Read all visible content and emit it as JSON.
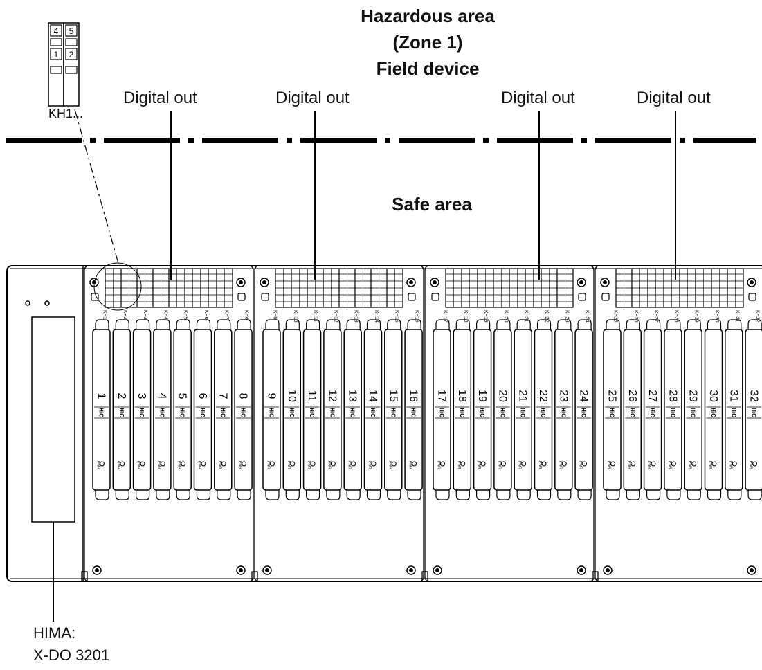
{
  "title": {
    "line1": "Hazardous area",
    "line2": "(Zone 1)",
    "line3": "Field device"
  },
  "safe_area_label": "Safe area",
  "outputs": [
    "Digital out",
    "Digital out",
    "Digital out",
    "Digital out"
  ],
  "connector": {
    "label": "KH1...",
    "pins": [
      "4",
      "5",
      "1",
      "2"
    ]
  },
  "device": {
    "brand": "HIMA:",
    "model": "X-DO 3201"
  },
  "modules": [
    "1",
    "2",
    "3",
    "4",
    "5",
    "6",
    "7",
    "8",
    "9",
    "10",
    "11",
    "12",
    "13",
    "14",
    "15",
    "16",
    "17",
    "18",
    "19",
    "20",
    "21",
    "22",
    "23",
    "24",
    "25",
    "26",
    "27",
    "28",
    "29",
    "30",
    "31",
    "32"
  ],
  "module_logo": "HiC",
  "module_led": "PWR",
  "terminal_labels": [
    "KH1",
    "KH2",
    "KH3",
    "KH4",
    "KH5",
    "KH6",
    "KH7",
    "KH8",
    "KH9",
    "KH10",
    "KH11",
    "KH12",
    "KH13",
    "KH14",
    "KH15",
    "KH16",
    "KH17",
    "KH18",
    "KH19",
    "KH20",
    "KH21",
    "KH22",
    "KH23",
    "KH24",
    "KH25",
    "KH26",
    "KH27",
    "KH28",
    "KH29",
    "KH30",
    "KH31",
    "KH32"
  ]
}
